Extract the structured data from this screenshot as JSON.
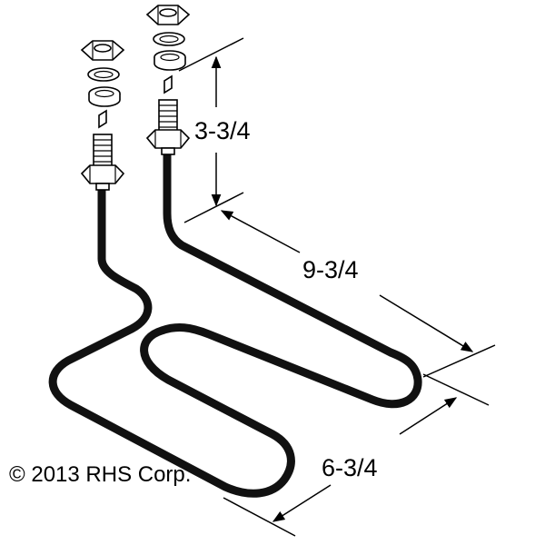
{
  "dimensions": {
    "height": "3-3/4",
    "length": "9-3/4",
    "width": "6-3/4"
  },
  "copyright": "© 2013 RHS Corp.",
  "colors": {
    "element": "#111111",
    "lines": "#000000",
    "background": "#ffffff"
  }
}
